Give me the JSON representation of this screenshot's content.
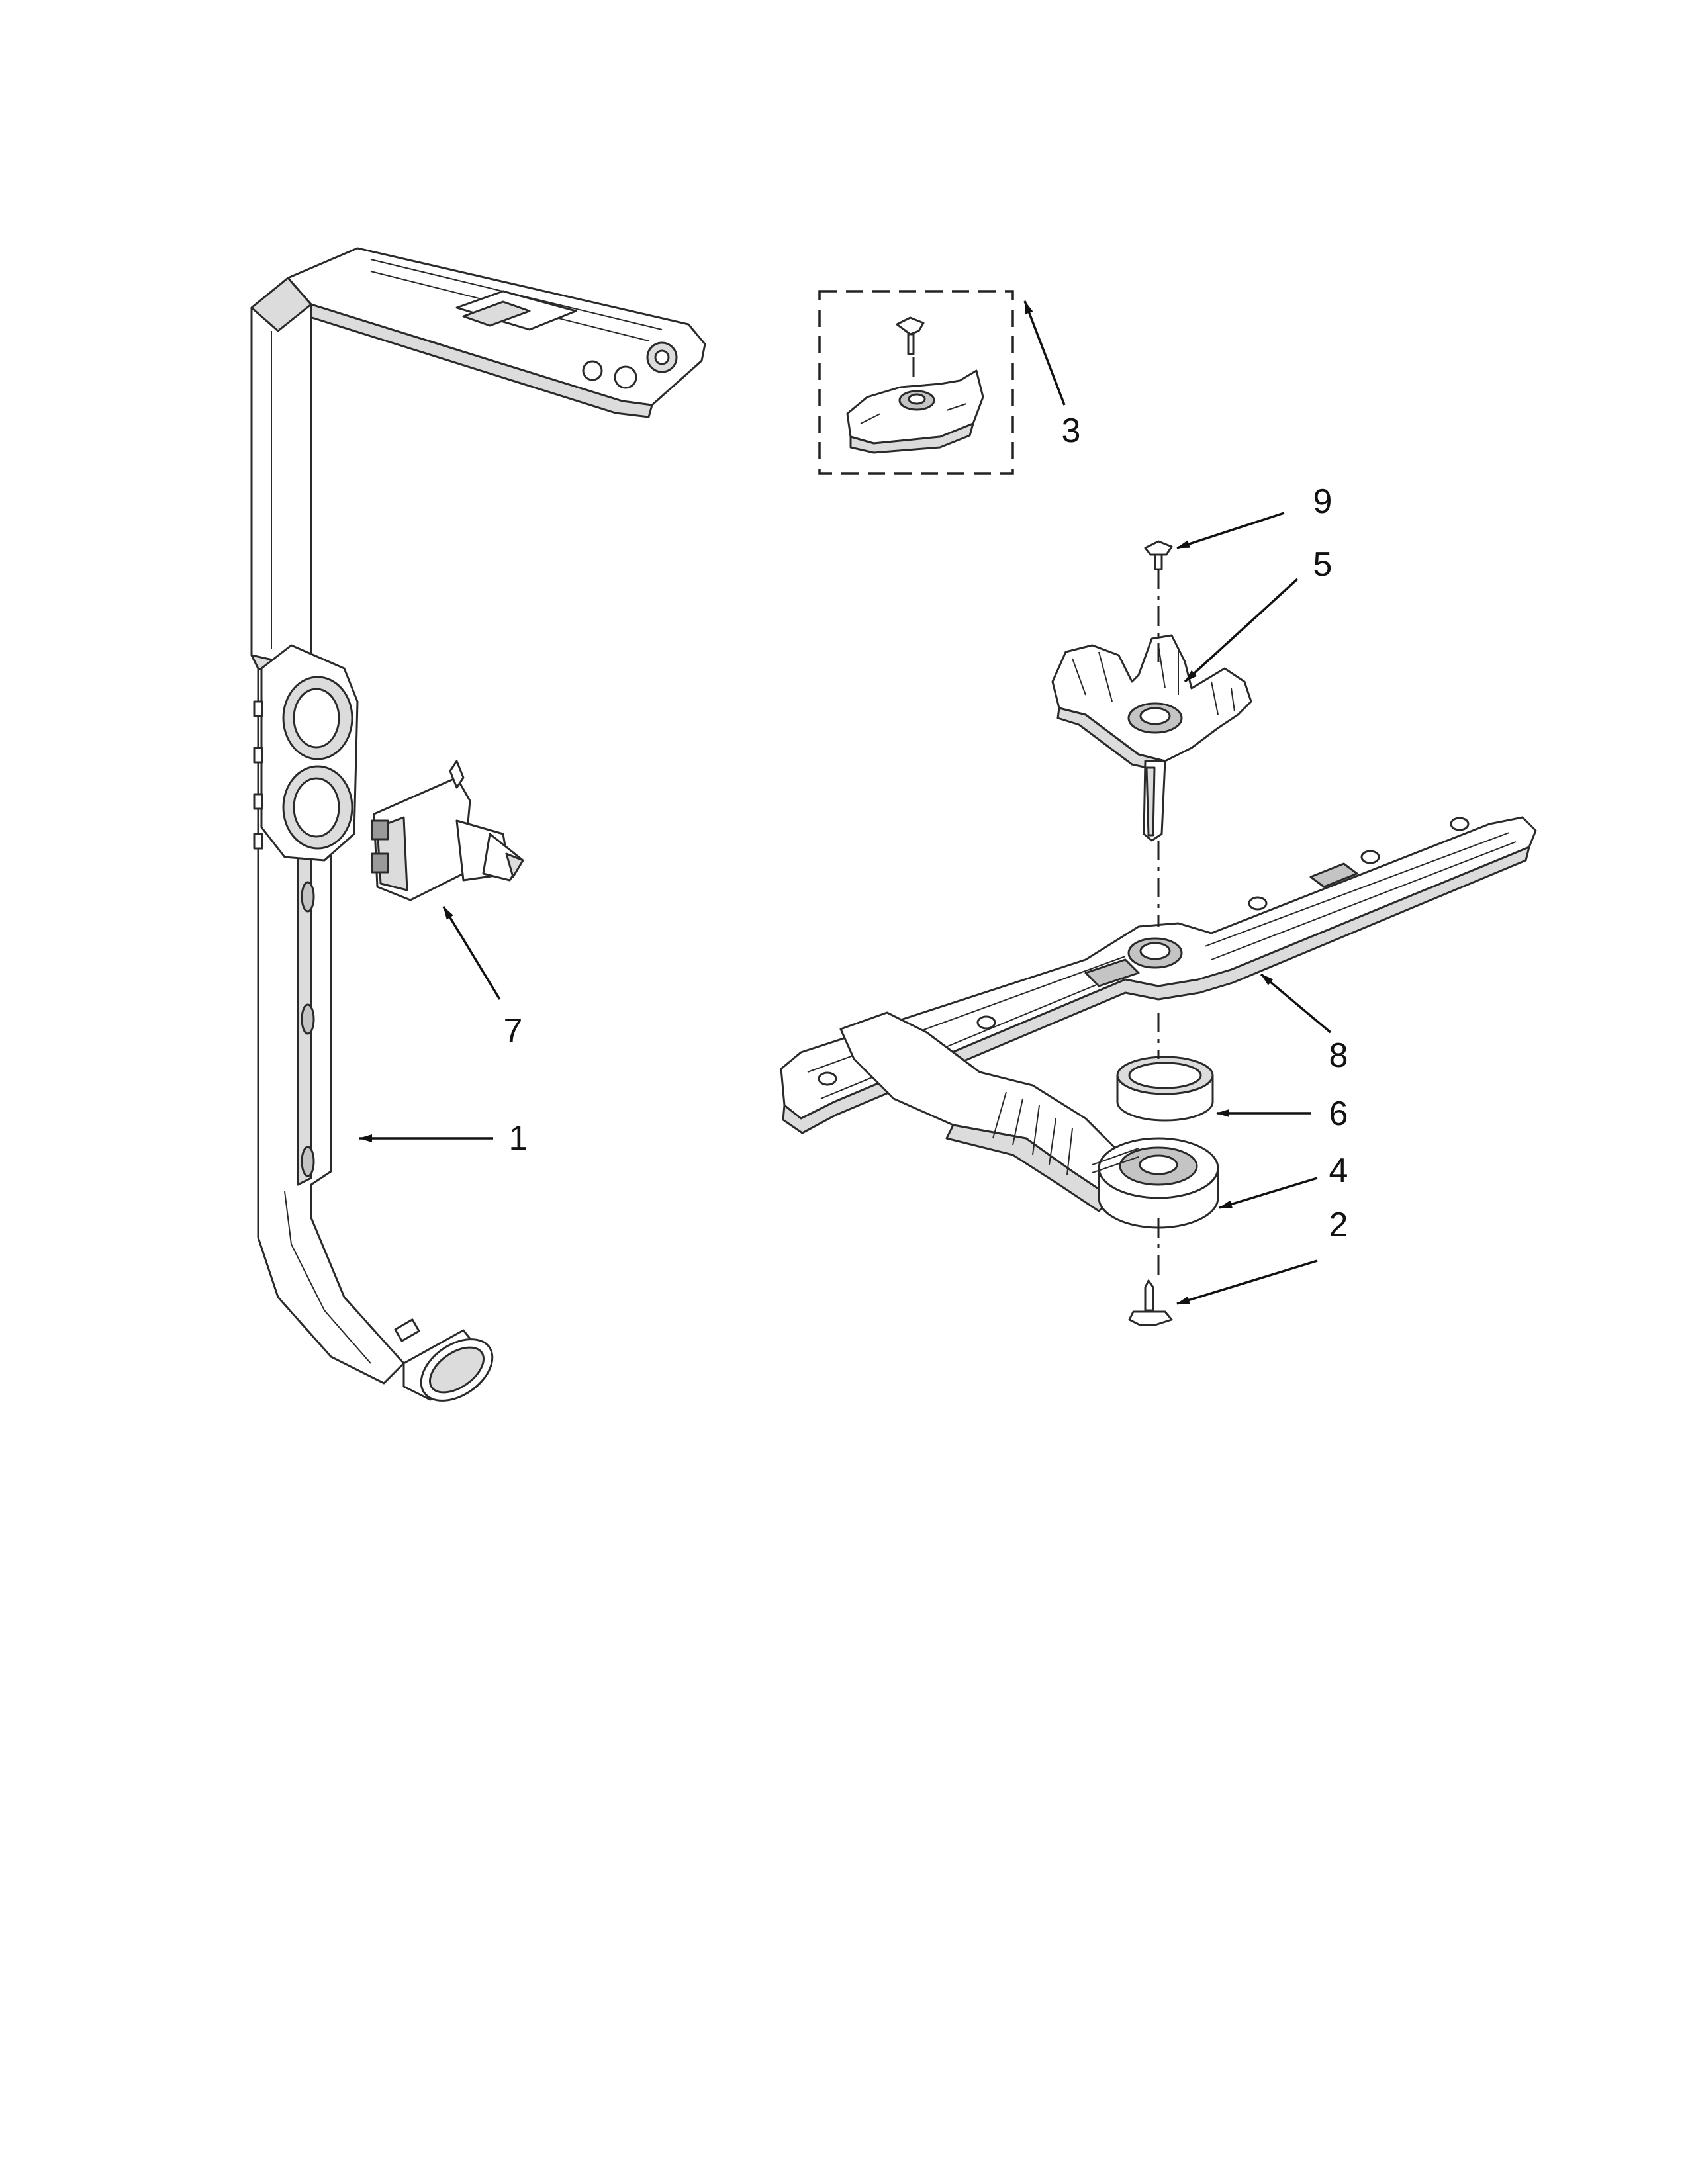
{
  "callouts": [
    {
      "id": "1",
      "label": "1"
    },
    {
      "id": "2",
      "label": "2"
    },
    {
      "id": "3",
      "label": "3"
    },
    {
      "id": "4",
      "label": "4"
    },
    {
      "id": "5",
      "label": "5"
    },
    {
      "id": "6",
      "label": "6"
    },
    {
      "id": "7",
      "label": "7"
    },
    {
      "id": "8",
      "label": "8"
    },
    {
      "id": "9",
      "label": "9"
    }
  ],
  "colors": {
    "line": "#2a2a2a",
    "light_shade": "#dcdcdc",
    "mid_shade": "#c4c4c4",
    "dark_shade": "#9a9a9a",
    "background": "#ffffff"
  }
}
